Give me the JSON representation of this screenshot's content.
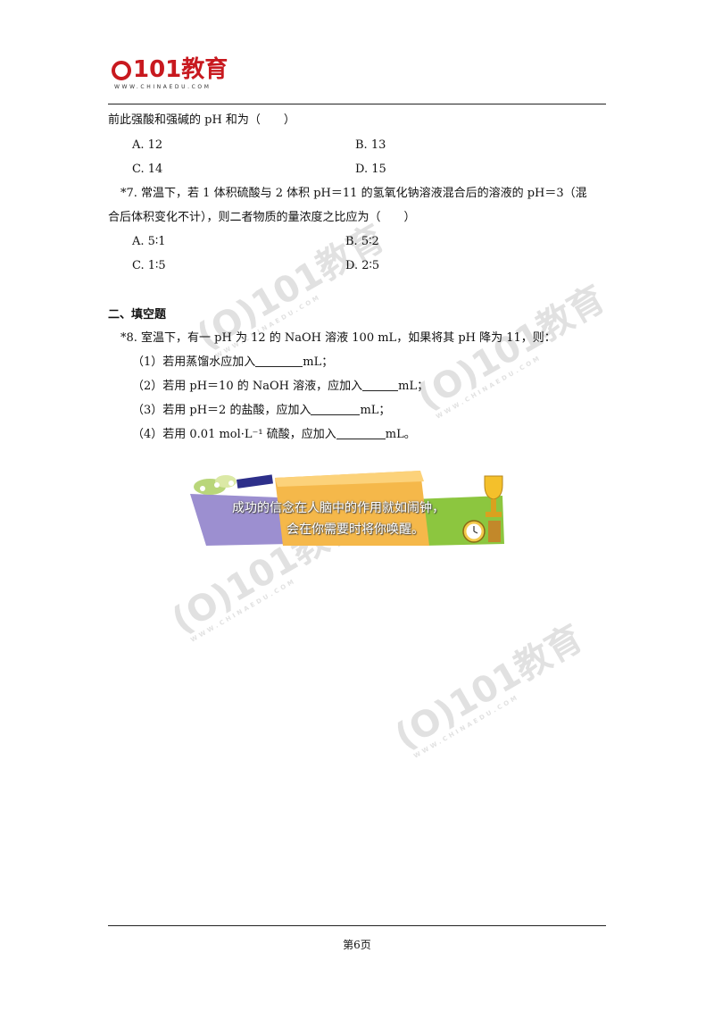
{
  "header": {
    "logo_text": "101教育",
    "logo_sub": "WWW.CHINAEDU.COM"
  },
  "lines": {
    "q6_stem": "前此强酸和强碱的 pH 和为（　　）",
    "q6_a": "A. 12",
    "q6_b": "B. 13",
    "q6_c": "C. 14",
    "q6_d": "D. 15",
    "q7_stem_1": "*7. 常温下，若 1 体积硫酸与 2 体积 pH＝11 的氢氧化钠溶液混合后的溶液的 pH＝3（混",
    "q7_stem_2": "合后体积变化不计），则二者物质的量浓度之比应为（　　）",
    "q7_a": "A. 5∶1",
    "q7_b": "B. 5∶2",
    "q7_c": "C. 1∶5",
    "q7_d": "D. 2∶5",
    "section2": "二、填空题",
    "q8_stem": "*8. 室温下，有一 pH 为 12 的 NaOH 溶液 100 mL，如果将其 pH 降为 11，则：",
    "q8_1_pre": "（1）若用蒸馏水应加入",
    "q8_1_post": "mL；",
    "q8_2_pre": "（2）若用 pH＝10 的 NaOH 溶液，应加入",
    "q8_2_post": "mL；",
    "q8_3_pre": "（3）若用 pH＝2 的盐酸，应加入",
    "q8_3_post": "mL；",
    "q8_4_pre": "（4）若用 0.01 mol·L⁻¹ 硫酸，应加入",
    "q8_4_post": "mL。"
  },
  "banner": {
    "line1": "成功的信念在人脑中的作用就如闹钟，",
    "line2": "会在你需要时将你唤醒。"
  },
  "footer": {
    "page": "第6页"
  }
}
